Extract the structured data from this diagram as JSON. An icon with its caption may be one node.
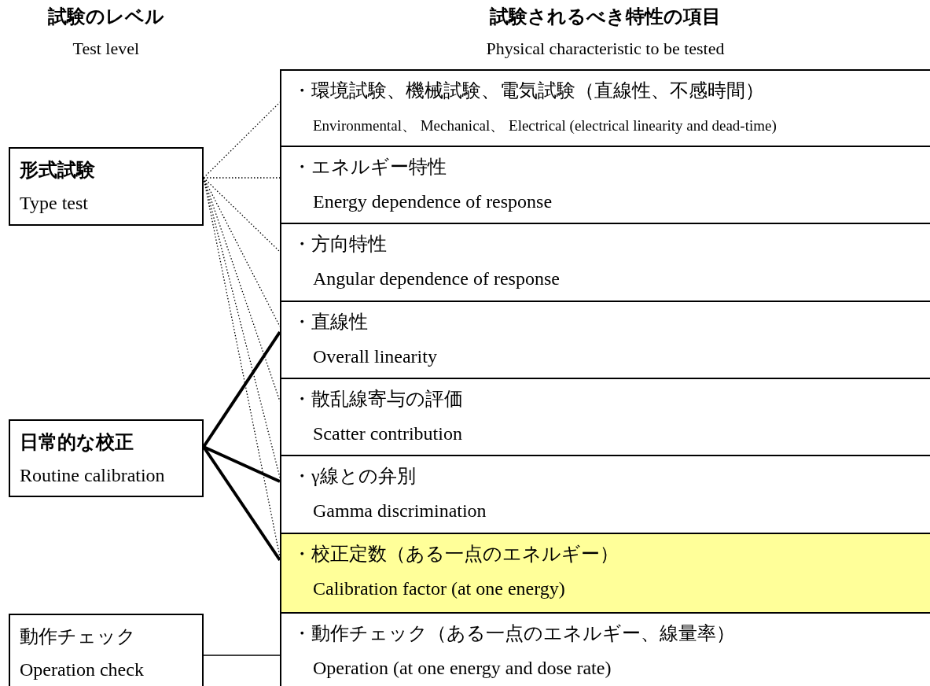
{
  "diagram": {
    "nodes": [
      {
        "text": [
          "形式試験",
          "Type test"
        ]
      },
      {
        "text": [
          "日常的な校正",
          "Routine calibration"
        ]
      },
      {
        "text": [
          "動作チェック",
          "Operation check"
        ]
      },
      {
        "text": [
          "・環境試験、機械試験、電気試験（直線性、不感時間）",
          "Environmental、 Mechanical、 Electrical (electrical linearity and dead-time)"
        ]
      },
      {
        "text": [
          "・エネルギー特性",
          "Energy dependence of response"
        ]
      },
      {
        "text": [
          "・方向特性",
          "Angular dependence of response"
        ]
      },
      {
        "text": [
          "・直線性",
          "Overall linearity"
        ]
      },
      {
        "text": [
          "・散乱線寄与の評価",
          "Scatter contribution"
        ]
      },
      {
        "text": [
          "・γ線との弁別",
          "Gamma discrimination"
        ]
      },
      {
        "text": [
          "・校正定数（ある一点のエネルギー）",
          "Calibration factor (at one energy)"
        ]
      },
      {
        "text": [
          "・動作チェック（ある一点のエネルギー、線量率）",
          "Operation (at one energy and dose rate)"
        ]
      }
    ],
    "edges": [
      {
        "from": 0,
        "to": 3,
        "arrow": "none",
        "style": "dashed"
      },
      {
        "from": 0,
        "to": 4,
        "arrow": "none",
        "style": "dashed"
      },
      {
        "from": 0,
        "to": 5,
        "arrow": "none",
        "style": "dashed"
      },
      {
        "from": 0,
        "to": 6,
        "arrow": "none",
        "style": "dashed"
      },
      {
        "from": 0,
        "to": 7,
        "arrow": "none",
        "style": "dashed"
      },
      {
        "from": 0,
        "to": 8,
        "arrow": "none",
        "style": "dashed"
      },
      {
        "from": 0,
        "to": 9,
        "arrow": "none",
        "style": "dashed"
      },
      {
        "from": 1,
        "to": 6,
        "arrow": "none",
        "style": "thick"
      },
      {
        "from": 1,
        "to": 8,
        "arrow": "none",
        "style": "thick"
      },
      {
        "from": 1,
        "to": 9,
        "arrow": "none",
        "style": "thick"
      },
      {
        "from": 2,
        "to": 10,
        "arrow": "none"
      }
    ],
    "labels": [
      "試験のレベル",
      "Test level",
      "試験されるべき特性の項目",
      "Physical characteristic to be tested"
    ]
  }
}
